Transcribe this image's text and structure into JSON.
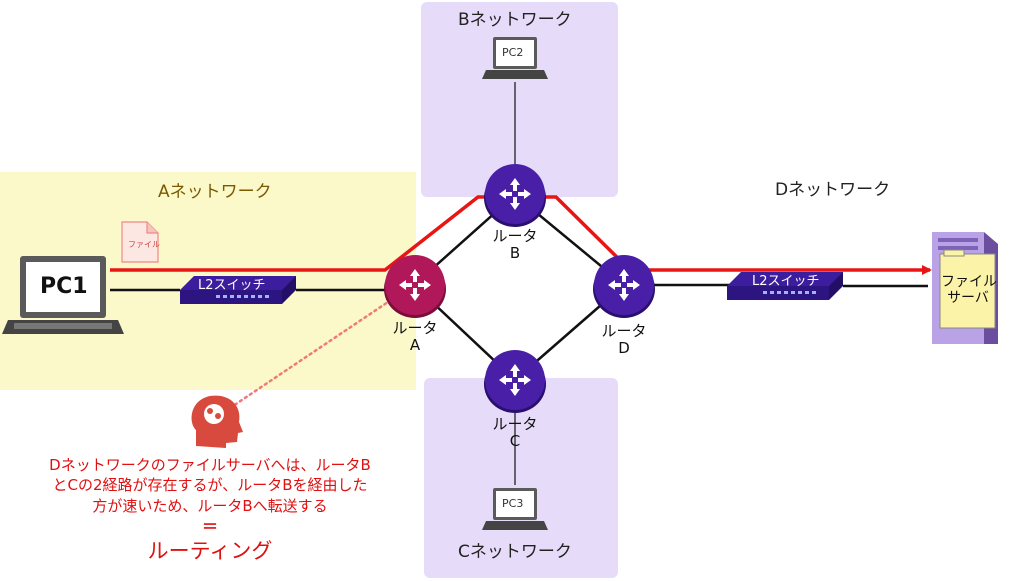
{
  "zones": {
    "a": "Aネットワーク",
    "b": "Bネットワーク",
    "c": "Cネットワーク",
    "d": "Dネットワーク"
  },
  "routers": {
    "a": {
      "line1": "ルータ",
      "line2": "A"
    },
    "b": {
      "line1": "ルータ",
      "line2": "B"
    },
    "c": {
      "line1": "ルータ",
      "line2": "C"
    },
    "d": {
      "line1": "ルータ",
      "line2": "D"
    }
  },
  "devices": {
    "pc1": "PC1",
    "pc2": "PC2",
    "pc3": "PC3",
    "switch_a": "L2スイッチ",
    "switch_d": "L2スイッチ",
    "server_line1": "ファイル",
    "server_line2": "サーバ",
    "file": "ファイル"
  },
  "caption": {
    "line1": "Dネットワークのファイルサーバへは、ルータB",
    "line2": "とCの2経路が存在するが、ルータBを経由した",
    "line3": "方が速いため、ルータBへ転送する",
    "equals": "＝",
    "term": "ルーティング"
  },
  "colors": {
    "route": "#e81515",
    "router_fill": "#4a1fa8",
    "router_a_fill": "#b0185a",
    "switch_fill": "#3b1d9e",
    "zone_a": "#fbf9c9",
    "zone_bc": "#e6dcfa",
    "caption": "#e01010"
  },
  "icons": [
    "laptop-icon",
    "router-icon",
    "switch-icon",
    "server-icon",
    "file-icon",
    "brain-head-icon"
  ]
}
